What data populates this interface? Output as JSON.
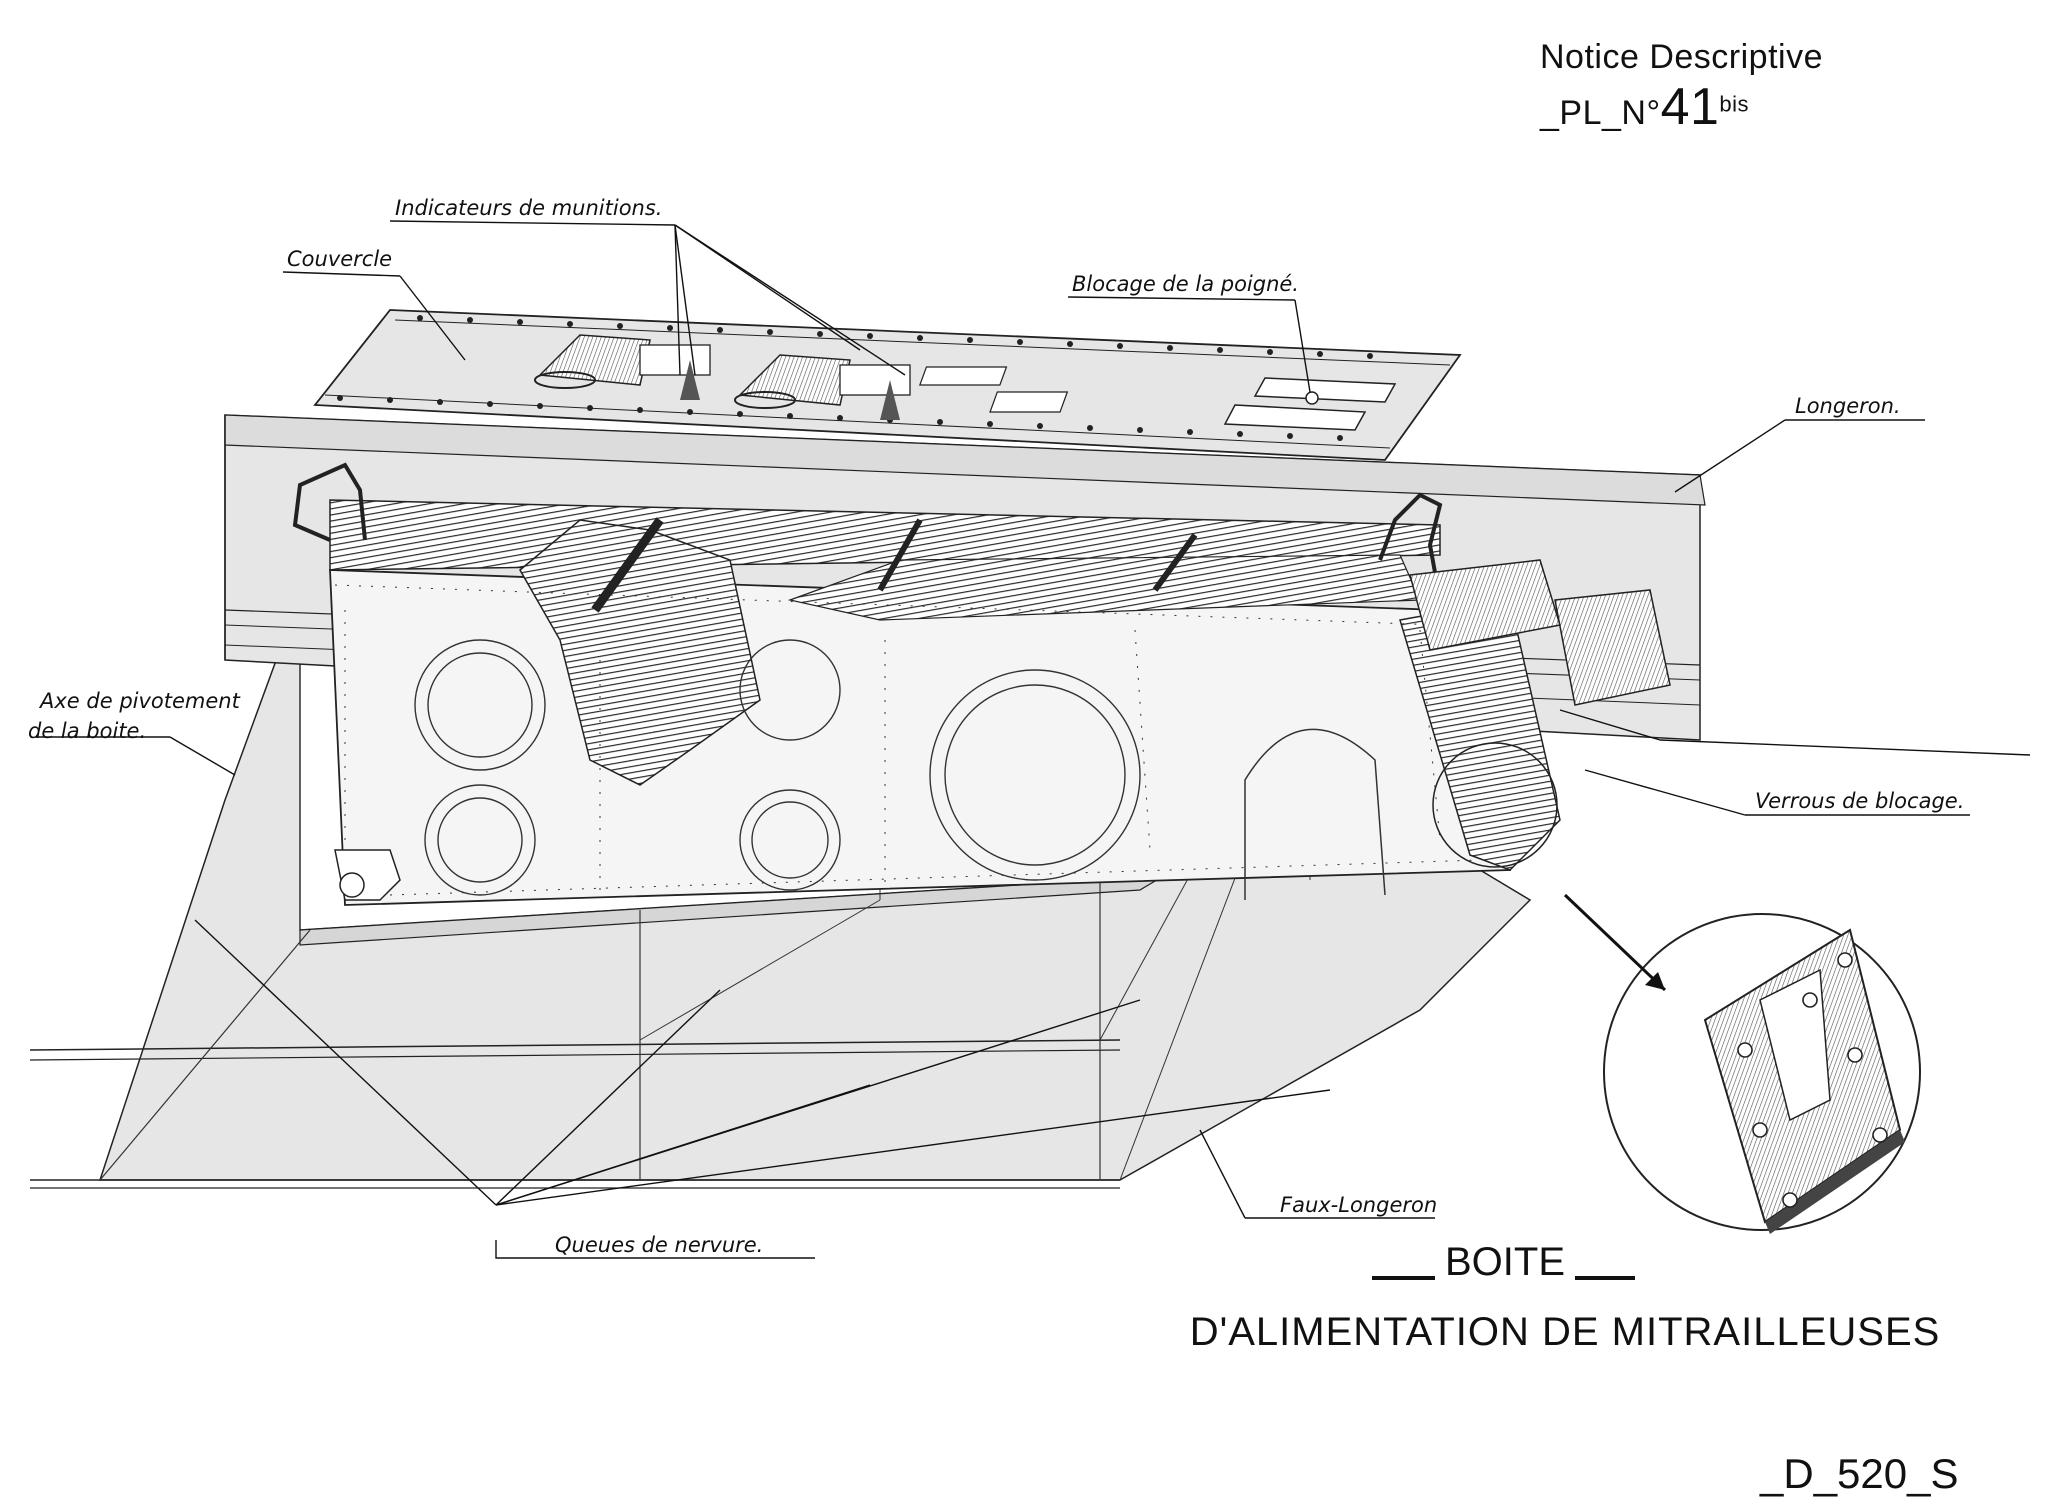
{
  "header": {
    "prefix": "Notice Descriptive _PL_N°",
    "number": "41",
    "suffix": "bis"
  },
  "labels": {
    "indicateurs": "Indicateurs de munitions.",
    "couvercle": "Couvercle",
    "blocage_poigne": "Blocage de la poigné.",
    "longeron": "Longeron.",
    "axe_line1": "Axe de pivotement",
    "axe_line2": "de la boite.",
    "verrous": "Verrous de blocage.",
    "faux_longeron": "Faux-Longeron",
    "queues": "Queues de nervure."
  },
  "title": {
    "line1": "BOITE",
    "line2": "D'ALIMENTATION DE MITRAILLEUSES"
  },
  "code": "_D_520_S",
  "colors": {
    "ink": "#111111",
    "shade": "#e6e6e6",
    "shade_dark": "#d4d4d4",
    "hatch": "#3a3a3a",
    "paper": "#ffffff"
  }
}
